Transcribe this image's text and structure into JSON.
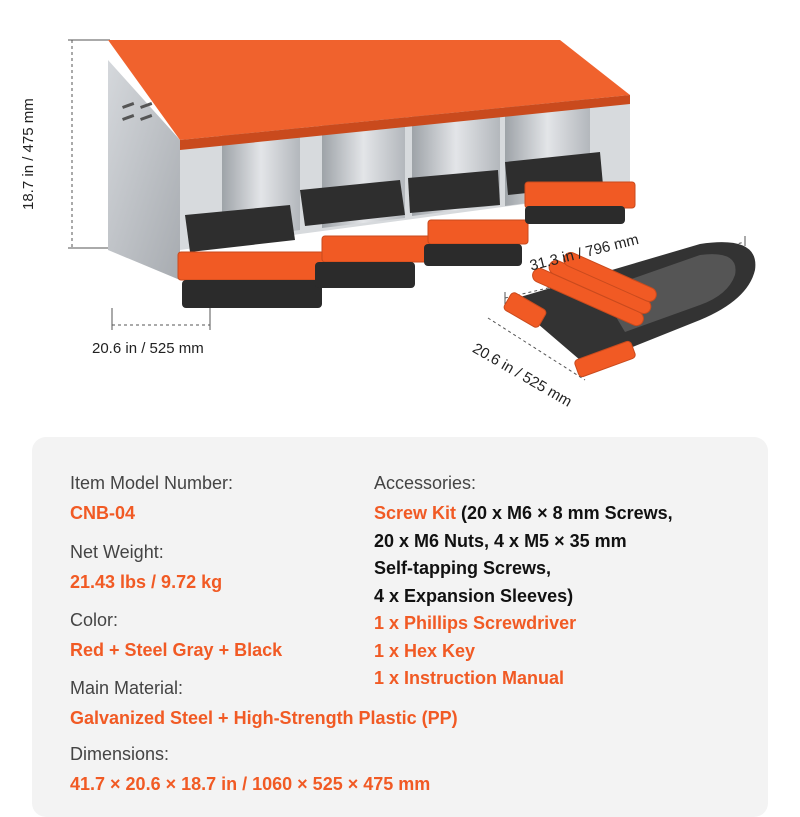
{
  "dimensions_figure": {
    "height_label": "18.7 in / 475 mm",
    "width_label": "20.6 in / 525 mm",
    "tray_length_label": "31.3 in / 796 mm",
    "tray_width_label": "20.6 in / 525 mm"
  },
  "specs": [
    {
      "label": "Item Model Number:",
      "value": "CNB-04"
    },
    {
      "label": "Net Weight:",
      "value": "21.43 lbs / 9.72 kg"
    },
    {
      "label": "Color:",
      "value": "Red + Steel Gray + Black"
    },
    {
      "label": "Main Material:",
      "value": "Galvanized Steel + High-Strength Plastic (PP)"
    },
    {
      "label": "Dimensions:",
      "value": "41.7 × 20.6 × 18.7 in / 1060 × 525 × 475 mm"
    }
  ],
  "accessories": {
    "label": "Accessories:",
    "screw_kit": "Screw Kit",
    "screw_kit_detail_1": " (20 x M6 × 8 mm Screws,",
    "screw_kit_detail_2": "20 x M6 Nuts, 4 x M5 × 35 mm",
    "screw_kit_detail_3": "Self-tapping Screws,",
    "screw_kit_detail_4": "4 x Expansion Sleeves)",
    "item_2": "1 x Phillips Screwdriver",
    "item_3": "1 x Hex Key",
    "item_4": "1 x Instruction Manual"
  },
  "colors": {
    "accent": "#f15a24",
    "roof": "#f0622d",
    "steel": "#c9ccd0",
    "tray": "#2b2b2b"
  }
}
